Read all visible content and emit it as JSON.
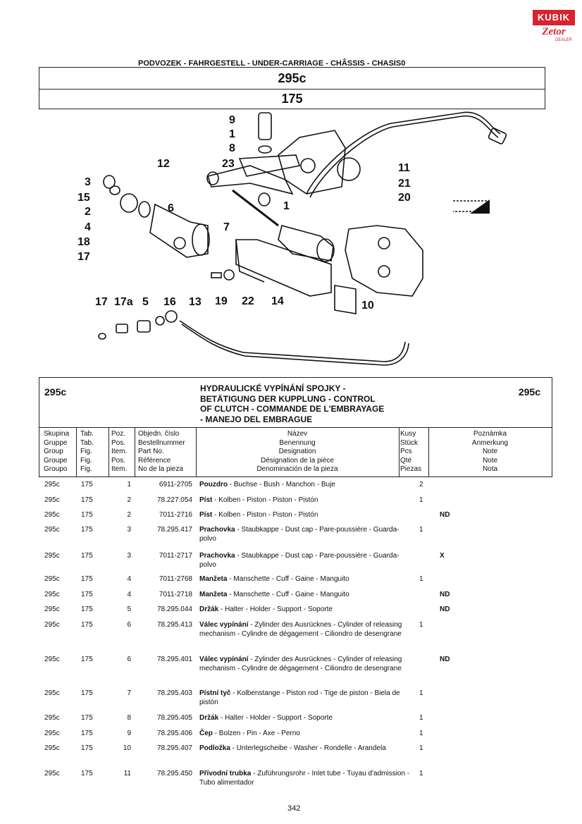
{
  "brand": {
    "top": "KUBIK",
    "bottom": "Zetor",
    "sub": "DEALER"
  },
  "section_title": "PODVOZEK - FAHRGESTELL - UNDER-CARRIAGE - CHÂSSIS - CHASIS0",
  "header": {
    "group": "295c",
    "table": "175"
  },
  "callouts": [
    "9",
    "1",
    "8",
    "23",
    "12",
    "3",
    "15",
    "2",
    "6",
    "4",
    "18",
    "17",
    "7",
    "1",
    "11",
    "21",
    "20",
    "19",
    "22",
    "14",
    "10",
    "17",
    "17a",
    "5",
    "16",
    "13"
  ],
  "description": {
    "code_left": "295c",
    "code_right": "295c",
    "title_lines": [
      "HYDRAULICKÉ VYPÍNÁNÍ SPOJKY -",
      "BETÄTIGUNG DER KUPPLUNG - CONTROL",
      "OF CLUTCH - COMMANDE DE L'EMBRAYAGE",
      "- MANEJO DEL EMBRAGUE"
    ]
  },
  "columns": {
    "group": [
      "Skupina",
      "Gruppe",
      "Group",
      "Groupe",
      "Groupo"
    ],
    "table": [
      "Tab.",
      "Tab.",
      "Fig.",
      "Fig.",
      "Fig."
    ],
    "pos": [
      "Poz.",
      "Pos.",
      "Item.",
      "Pos.",
      "Item."
    ],
    "partno": [
      "Objedn. číslo",
      "Bestellnummer",
      "Part No.",
      "Référence",
      "No de la pieza"
    ],
    "name": [
      "Název",
      "Benennung",
      "Designation",
      "Désignation de la pièce",
      "Denominación de la pieza"
    ],
    "qty": [
      "Kusy",
      "Stück",
      "Pcs",
      "Qté",
      "Piezas"
    ],
    "note": [
      "Poznámka",
      "Anmerkung",
      "Note",
      "Note",
      "Nota"
    ]
  },
  "parts": [
    {
      "group": "295c",
      "table": "175",
      "pos": "1",
      "partno": "6911-2705",
      "name_bold": "Pouzdro",
      "name_rest": " - Buchse - Bush - Manchon - Buje",
      "qty": "2",
      "note": ""
    },
    {
      "group": "295c",
      "table": "175",
      "pos": "2",
      "partno": "78.227.054",
      "name_bold": "Píst",
      "name_rest": " - Kolben - Piston - Piston - Pistón",
      "qty": "1",
      "note": ""
    },
    {
      "group": "295c",
      "table": "175",
      "pos": "2",
      "partno": "7011-2716",
      "name_bold": "Píst",
      "name_rest": " - Kolben - Piston - Piston - Pistón",
      "qty": "",
      "note": "ND"
    },
    {
      "group": "295c",
      "table": "175",
      "pos": "3",
      "partno": "78.295.417",
      "name_bold": "Prachovka",
      "name_rest": " - Staubkappe - Dust cap - Pare-poussière - Guarda-polvo",
      "qty": "1",
      "note": ""
    },
    {
      "group": "295c",
      "table": "175",
      "pos": "3",
      "partno": "7011-2717",
      "name_bold": "Prachovka",
      "name_rest": " - Staubkappe - Dust cap - Pare-poussière - Guarda-polvo",
      "qty": "",
      "note": "X"
    },
    {
      "group": "295c",
      "table": "175",
      "pos": "4",
      "partno": "7011-2768",
      "name_bold": "Manžeta",
      "name_rest": " - Manschette - Cuff - Gaine - Manguito",
      "qty": "1",
      "note": ""
    },
    {
      "group": "295c",
      "table": "175",
      "pos": "4",
      "partno": "7011-2718",
      "name_bold": "Manžeta",
      "name_rest": " - Manschette - Cuff - Gaine - Manguito",
      "qty": "",
      "note": "ND"
    },
    {
      "group": "295c",
      "table": "175",
      "pos": "5",
      "partno": "78.295.044",
      "name_bold": "Držák",
      "name_rest": " - Halter - Holder - Support - Soporte",
      "qty": "",
      "note": "ND"
    },
    {
      "group": "295c",
      "table": "175",
      "pos": "6",
      "partno": "78.295.413",
      "name_bold": "Válec vypínání",
      "name_rest": " - Zylinder des Ausrücknes - Cylinder of releasing mechanism - Cylindre de dégagement - Ciliondro de desengrane",
      "qty": "1",
      "note": ""
    },
    {
      "group": "295c",
      "table": "175",
      "pos": "6",
      "partno": "78.295.401",
      "name_bold": "Válec vypínání",
      "name_rest": " - Zylinder des Ausrücknes - Cylinder of releasing mechanism - Cylindre de dégagement - Ciliondro de desengrane",
      "qty": "",
      "note": "ND"
    },
    {
      "group": "295c",
      "table": "175",
      "pos": "7",
      "partno": "78.295.403",
      "name_bold": "Pístní tyč",
      "name_rest": " - Kolbenstange - Piston rod - Tige de piston - Biela de pistón",
      "qty": "1",
      "note": ""
    },
    {
      "group": "295c",
      "table": "175",
      "pos": "8",
      "partno": "78.295.405",
      "name_bold": "Držák",
      "name_rest": " - Halter - Holder - Support - Soporte",
      "qty": "1",
      "note": ""
    },
    {
      "group": "295c",
      "table": "175",
      "pos": "9",
      "partno": "78.295.406",
      "name_bold": "Čep",
      "name_rest": " - Bolzen - Pin - Axe - Perno",
      "qty": "1",
      "note": ""
    },
    {
      "group": "295c",
      "table": "175",
      "pos": "10",
      "partno": "78.295.407",
      "name_bold": "Podložka",
      "name_rest": " -  Unterlegscheibe - Washer - Rondelle - Arandela",
      "qty": "1",
      "note": ""
    },
    {
      "group": "295c",
      "table": "175",
      "pos": "11",
      "partno": "78.295.450",
      "name_bold": "Přívodní trubka",
      "name_rest": " - Zuführungsrohr - Inlet tube - Tuyau d'admission - Tubo alimentador",
      "qty": "1",
      "note": ""
    }
  ],
  "page_number": "342"
}
